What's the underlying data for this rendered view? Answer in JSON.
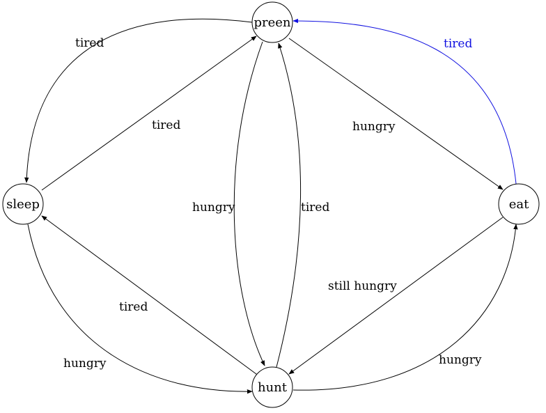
{
  "diagram": {
    "nodes": {
      "preen": "preen",
      "sleep": "sleep",
      "eat": "eat",
      "hunt": "hunt"
    },
    "edges": {
      "preen_to_sleep": "tired",
      "sleep_to_preen": "tired",
      "eat_to_preen": "tired",
      "preen_to_eat": "hungry",
      "preen_to_hunt": "hungry",
      "hunt_to_preen": "tired",
      "hunt_to_sleep": "tired",
      "eat_to_hunt": "still hungry",
      "sleep_to_hunt": "hungry",
      "hunt_to_eat": "hungry"
    },
    "colors": {
      "default_edge": "#000000",
      "highlight_edge": "#1010e0"
    }
  }
}
